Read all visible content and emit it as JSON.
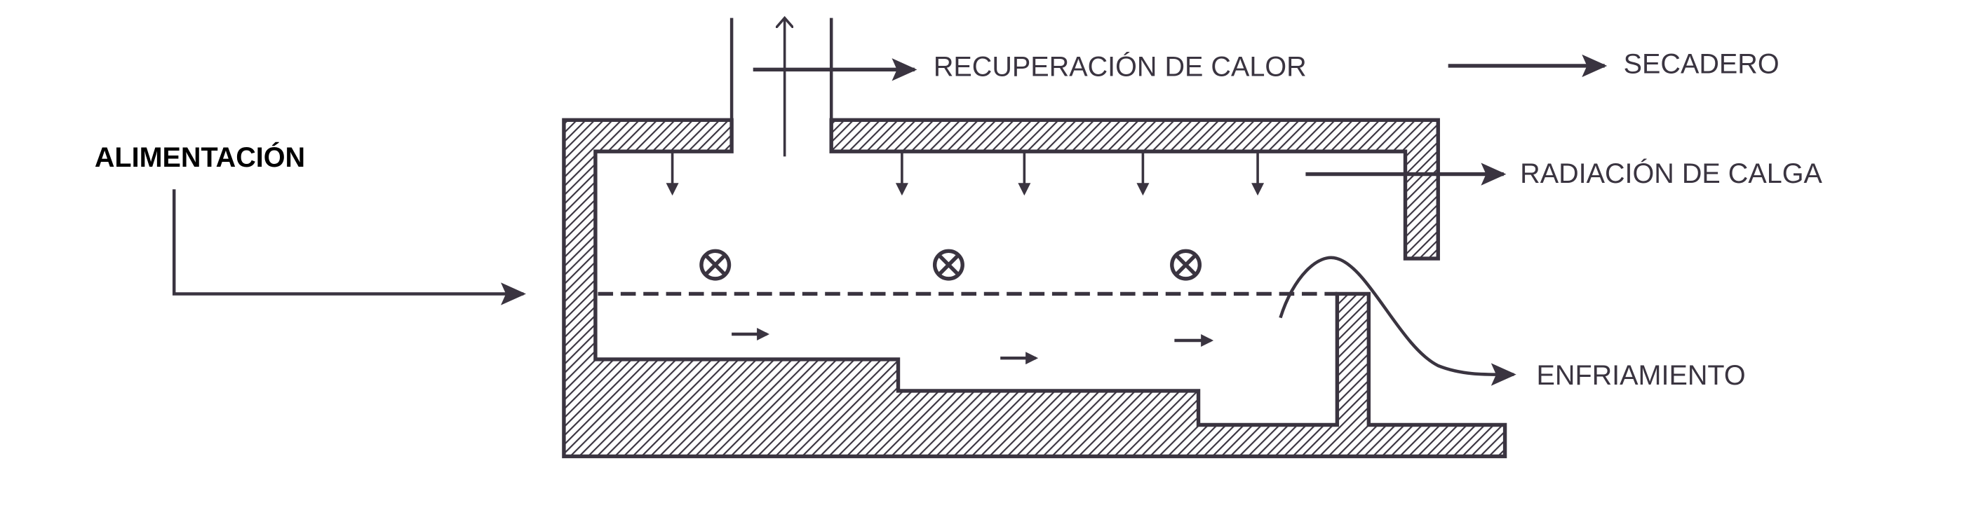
{
  "labels": {
    "feed": "ALIMENTACIÓN",
    "heat_recovery": "RECUPERACIÓN DE CALOR",
    "dryer": "SECADERO",
    "load_radiation": "RADIACIÓN DE CALGA",
    "cooling": "ENFRIAMIENTO"
  },
  "colors": {
    "ink": "#3a3440",
    "background": "#ffffff"
  }
}
